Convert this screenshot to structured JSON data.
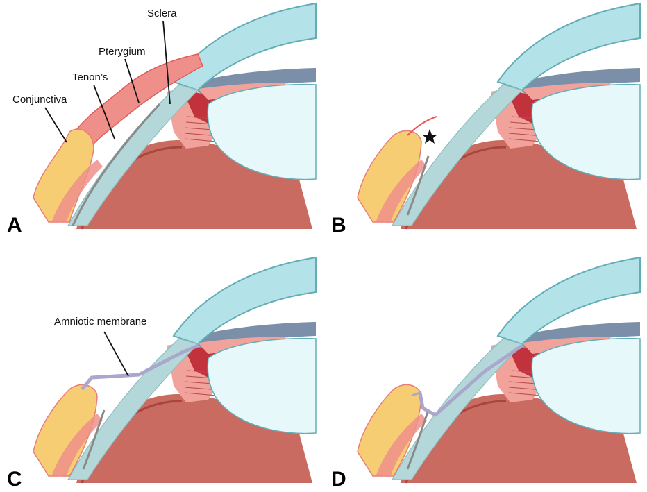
{
  "panels": [
    {
      "letter": "A"
    },
    {
      "letter": "B"
    },
    {
      "letter": "C"
    },
    {
      "letter": "D"
    }
  ],
  "labels": {
    "sclera": "Sclera",
    "pterygium": "Pterygium",
    "tenons": "Tenon’s",
    "conjunctiva": "Conjunctiva",
    "amniotic_membrane": "Amniotic membrane"
  },
  "colors": {
    "cornea": "#b3e3e8",
    "cornea_outline": "#62adb6",
    "anterior_chamber": "#e6f8fa",
    "sclera_band": "#b4d8d9",
    "iris": "#7b90a8",
    "ciliary": "#f0a29b",
    "ciliary_dark": "#c1323c",
    "lens_body": "#c96b60",
    "pterygium": "#ef8f89",
    "conjunctiva_fat": "#f6cd73",
    "membrane": "#a9a7cc",
    "tenon_line": "#8a8a8a"
  }
}
